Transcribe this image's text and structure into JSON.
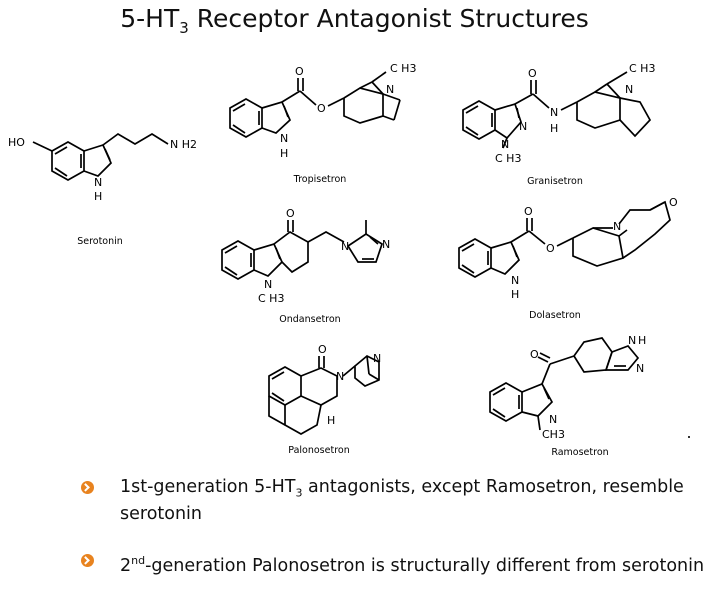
{
  "title": {
    "prefix": "5-HT",
    "sub": "3",
    "suffix": " Receptor Antagonist Structures"
  },
  "molecules": {
    "serotonin": {
      "name": "Serotonin",
      "atoms": {
        "ho": "HO",
        "nh2": "N H2",
        "n": "N",
        "h": "H"
      }
    },
    "tropisetron": {
      "name": "Tropisetron",
      "atoms": {
        "o1": "O",
        "o2": "O",
        "n": "N",
        "h": "H",
        "nme": "N",
        "ch3": "C H3"
      }
    },
    "granisetron": {
      "name": "Granisetron",
      "atoms": {
        "o": "O",
        "nh": "N",
        "h": "H",
        "n1": "N",
        "n2": "N",
        "ch3a": "C H3",
        "nme": "N",
        "ch3b": "C H3"
      }
    },
    "ondansetron": {
      "name": "Ondansetron",
      "atoms": {
        "o": "O",
        "n": "N",
        "ch3": "C H3",
        "n1": "N",
        "n2": "N"
      }
    },
    "dolasetron": {
      "name": "Dolasetron",
      "atoms": {
        "o1": "O",
        "o2": "O",
        "n": "N",
        "h": "H",
        "nb": "N",
        "oket": "O"
      }
    },
    "palonosetron": {
      "name": "Palonosetron",
      "atoms": {
        "o": "O",
        "n": "N",
        "nq": "N",
        "h": "H"
      }
    },
    "ramosetron": {
      "name": "Ramosetron",
      "atoms": {
        "o": "O",
        "n": "N",
        "ch3": "CH3",
        "nh": "N",
        "h": "H",
        "n2": "N"
      }
    }
  },
  "bullets": [
    {
      "pre": "1st-generation 5-HT",
      "sub": "3",
      "post": " antagonists, except Ramosetron, resemble serotonin"
    },
    {
      "pre": "2",
      "sup": "nd",
      "post": "-generation Palonosetron is structurally different from serotonin"
    }
  ],
  "colors": {
    "bullet": "#e8831f"
  },
  "icons": {
    "bullet": "chevron-circle-icon"
  }
}
